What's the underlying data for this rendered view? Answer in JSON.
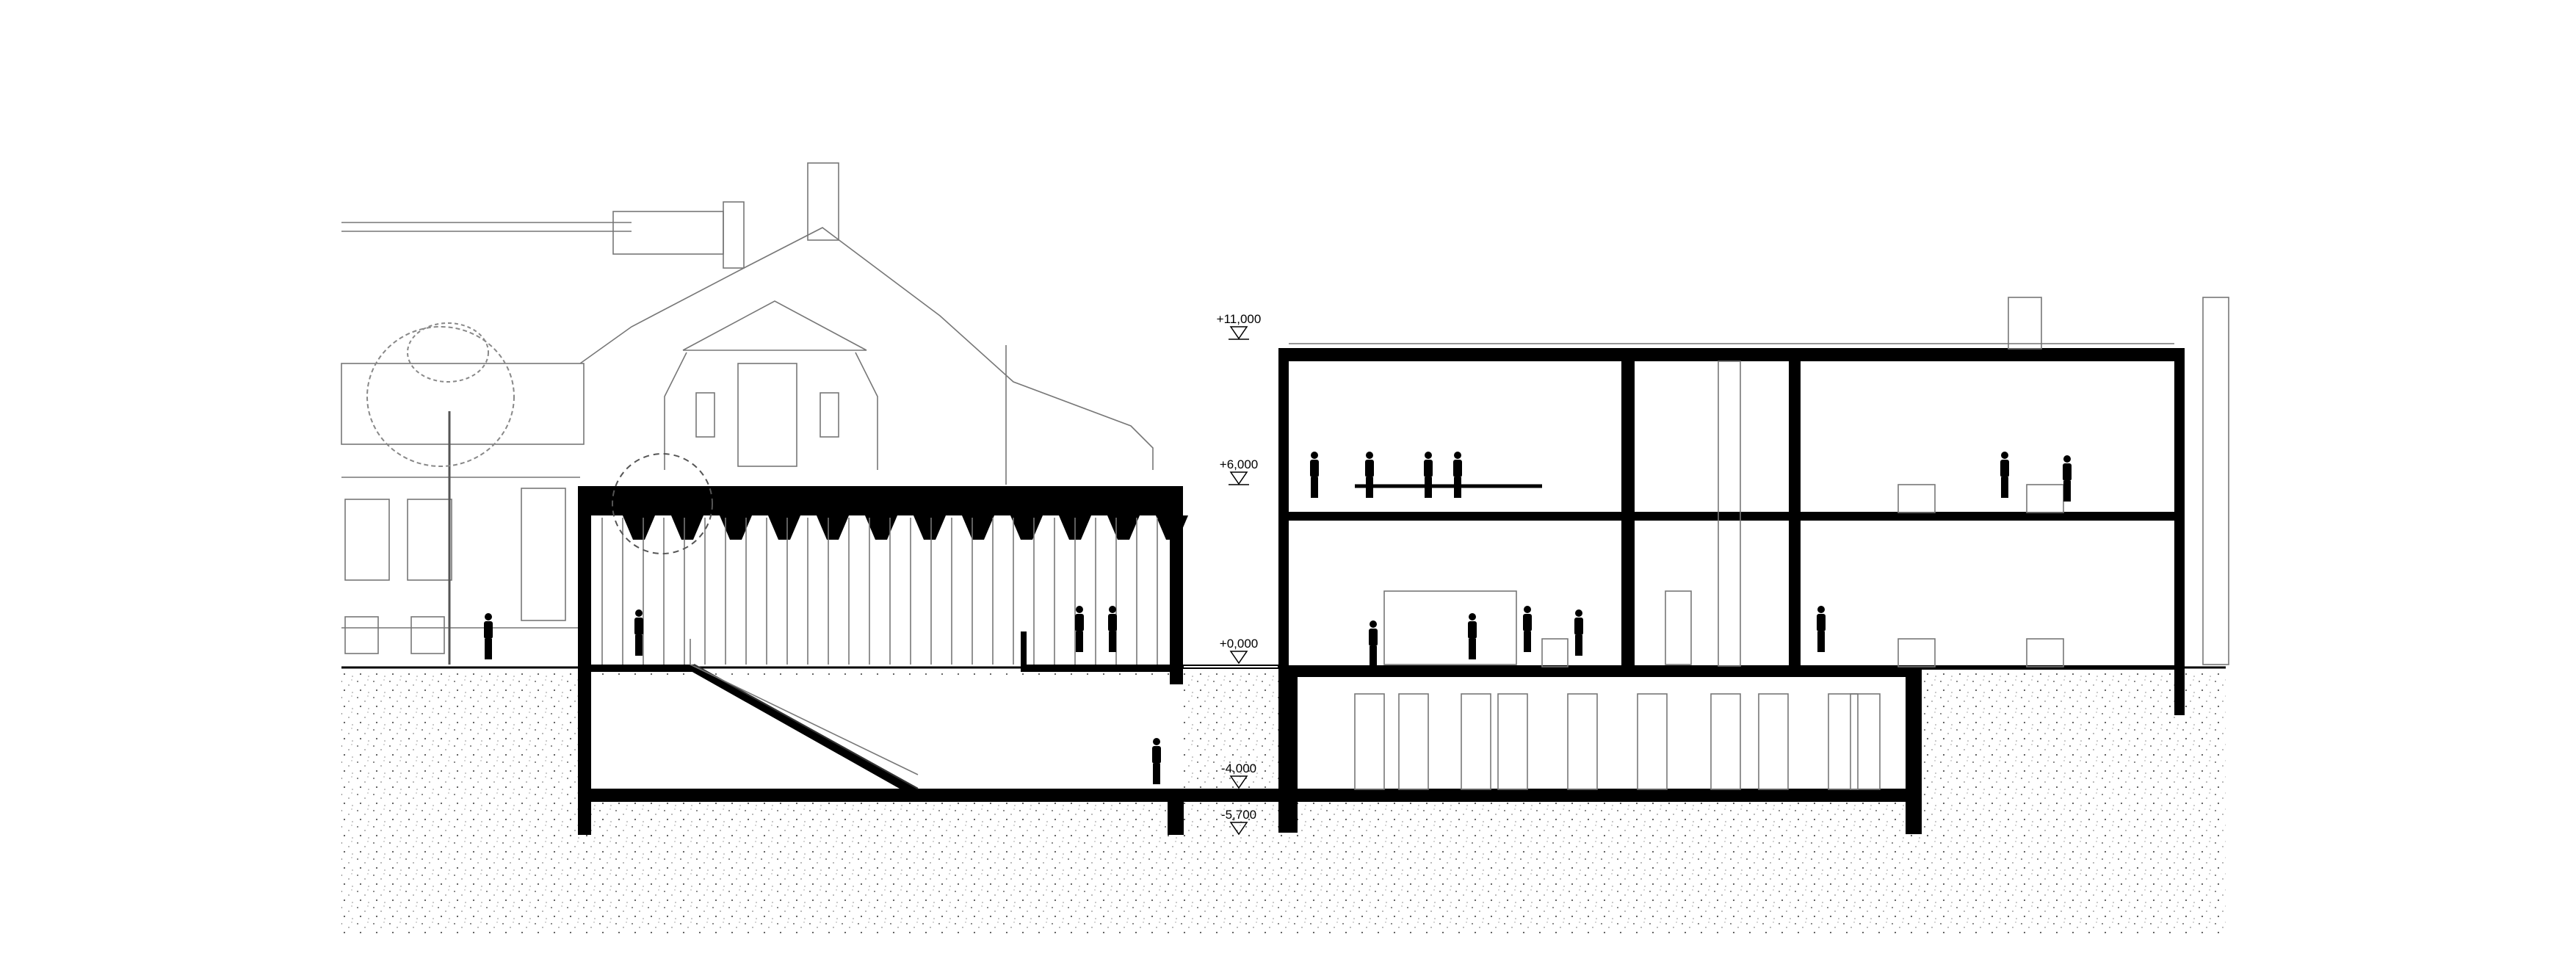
{
  "drawing": {
    "type": "architectural-section",
    "levels": [
      {
        "label": "+11,000",
        "value_m": 11.0
      },
      {
        "label": "+6,000",
        "value_m": 6.0
      },
      {
        "label": "+0,000",
        "value_m": 0.0
      },
      {
        "label": "-4,000",
        "value_m": -4.0
      },
      {
        "label": "-5,700",
        "value_m": -5.7
      }
    ]
  }
}
